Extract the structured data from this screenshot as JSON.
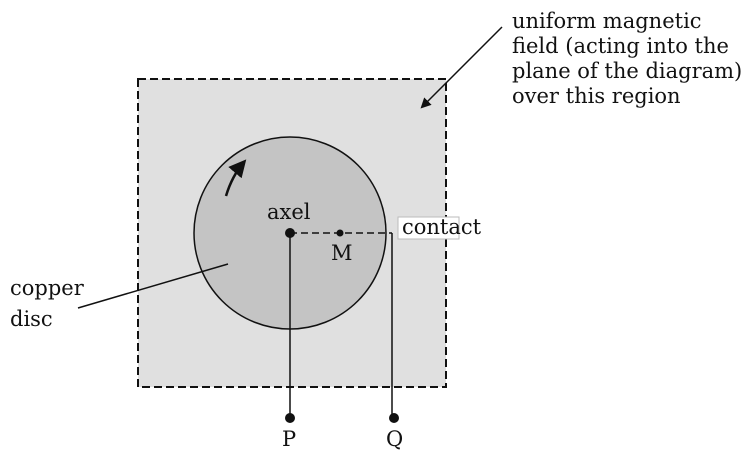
{
  "labels": {
    "field_line1": "uniform magnetic",
    "field_line2": "field (acting into the",
    "field_line3": "plane of the diagram)",
    "field_line4": "over this region",
    "copper_line1": "copper",
    "copper_line2": "disc",
    "axel": "axel",
    "m": "M",
    "contact": "contact",
    "p": "P",
    "q": "Q"
  },
  "colors": {
    "field_region": "#e0e0e0",
    "disc": "#c4c4c4",
    "lines": "#111111"
  }
}
